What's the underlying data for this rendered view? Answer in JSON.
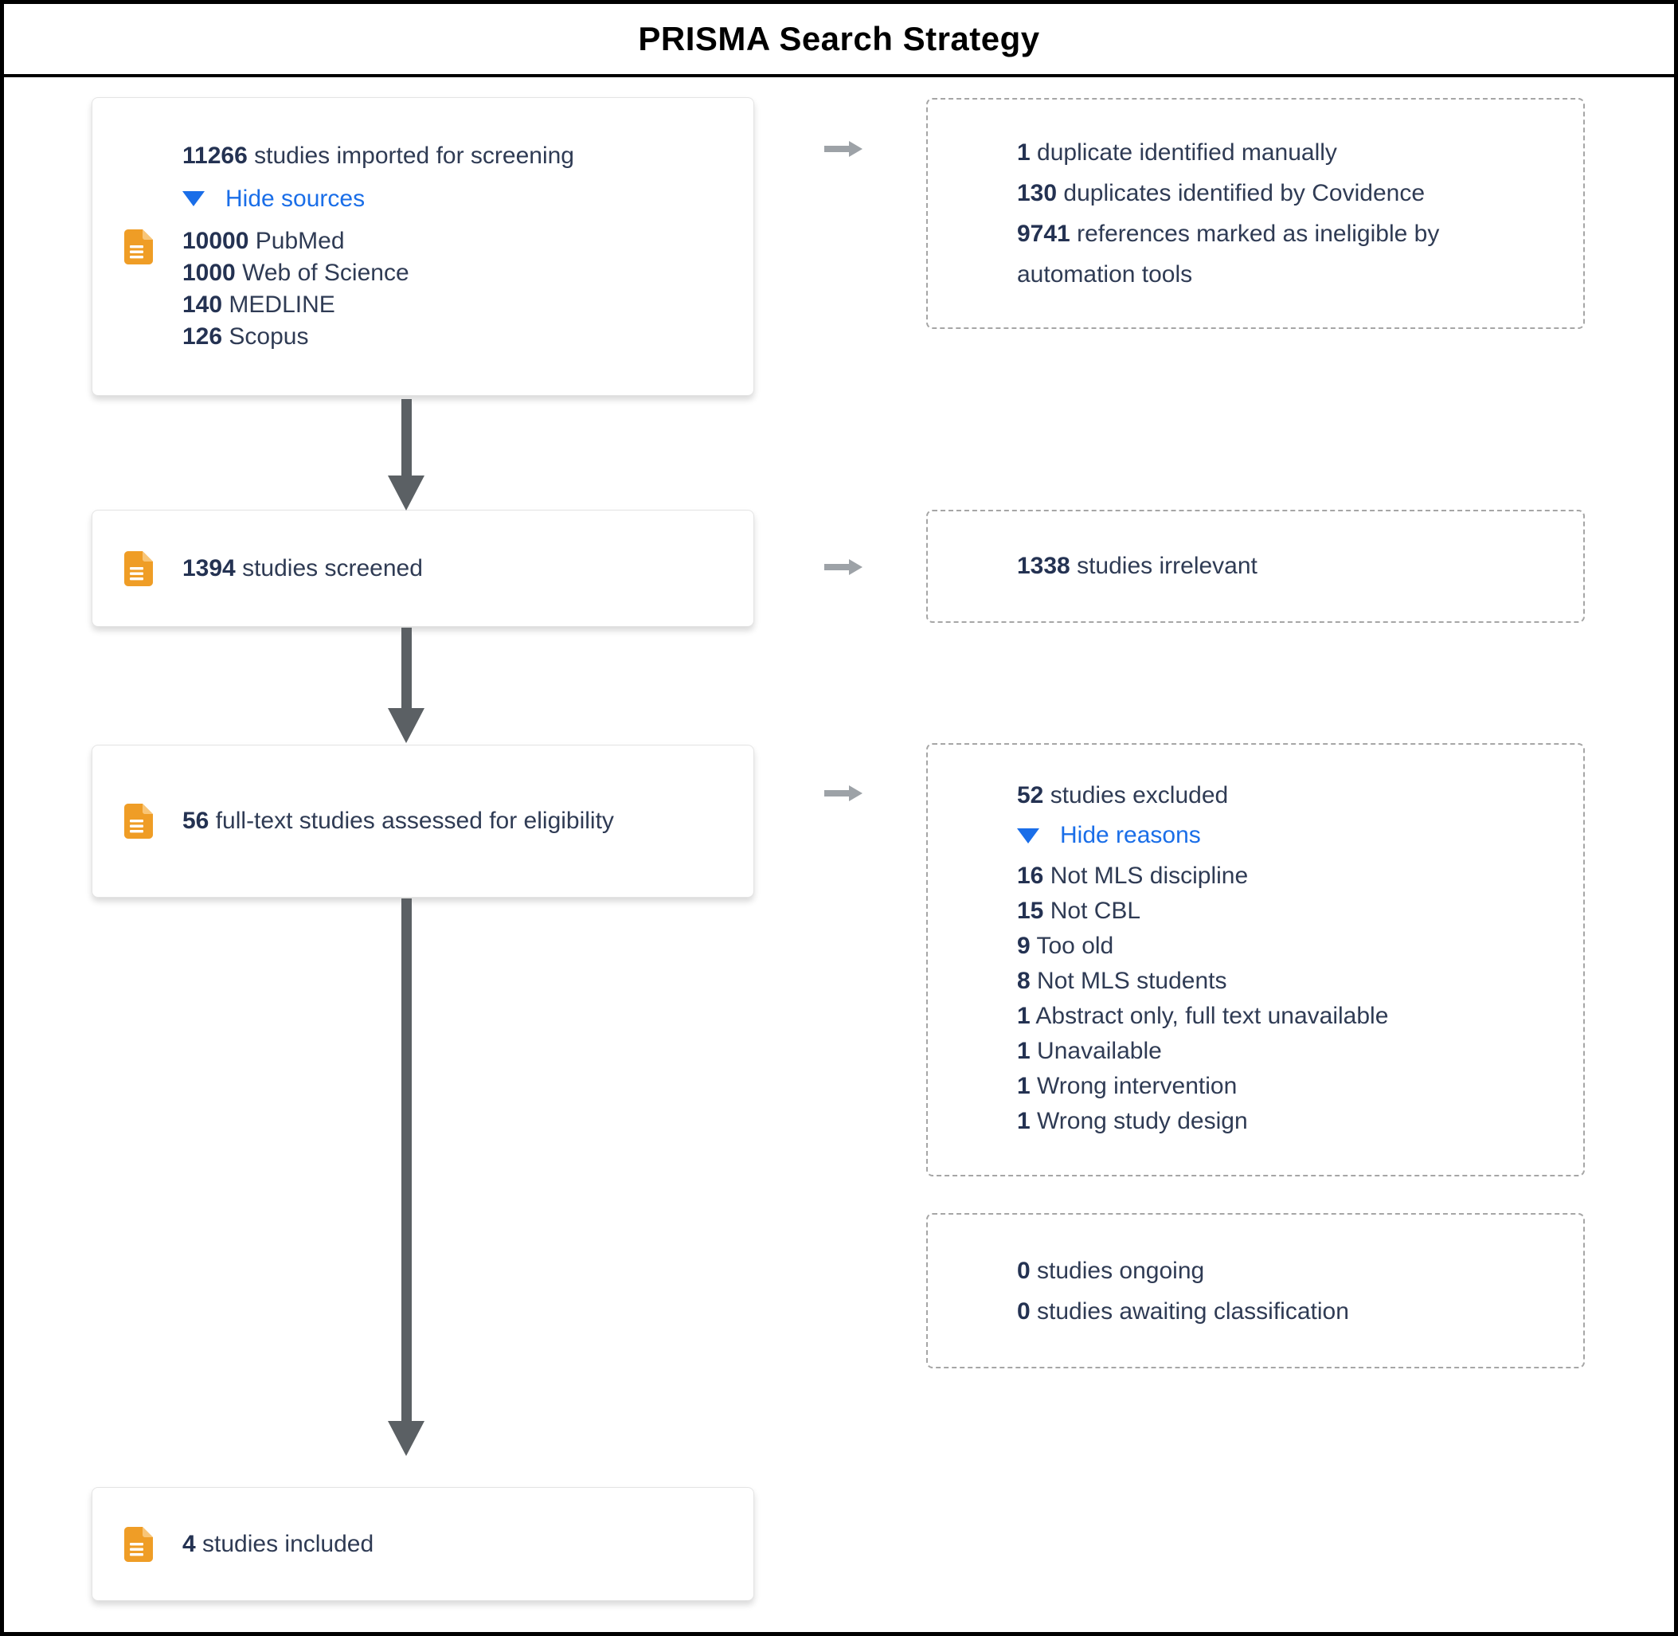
{
  "title": "PRISMA Search Strategy",
  "colors": {
    "link_blue": "#1A6EE8",
    "icon_orange": "#EF9D26",
    "text_dark": "#2F3B54",
    "flow_arrow_dark": "#5B6064",
    "side_arrow_light": "#9DA2A7"
  },
  "icons": {
    "box_icon": "document-icon",
    "toggle_icon": "triangle-down-icon",
    "flow_arrow": "arrow-down",
    "side_arrow": "arrow-right"
  },
  "flow": {
    "imported": {
      "count": "11266",
      "label": "studies imported for screening",
      "toggle": "Hide sources",
      "sources": [
        {
          "count": "10000",
          "name": "PubMed"
        },
        {
          "count": "1000",
          "name": "Web of Science"
        },
        {
          "count": "140",
          "name": "MEDLINE"
        },
        {
          "count": "126",
          "name": "Scopus"
        }
      ]
    },
    "screened": {
      "count": "1394",
      "label": "studies screened"
    },
    "fulltext": {
      "count": "56",
      "label": "full-text studies assessed for eligibility"
    },
    "included": {
      "count": "4",
      "label": "studies included"
    }
  },
  "side": {
    "dedup": {
      "lines": [
        {
          "count": "1",
          "text": "duplicate identified manually"
        },
        {
          "count": "130",
          "text": "duplicates identified by Covidence"
        },
        {
          "count": "9741",
          "text": "references marked as ineligible by automation tools"
        }
      ]
    },
    "irrelevant": {
      "lines": [
        {
          "count": "1338",
          "text": "studies irrelevant"
        }
      ]
    },
    "excluded": {
      "count": "52",
      "label": "studies excluded",
      "toggle": "Hide reasons",
      "reasons": [
        {
          "count": "16",
          "text": "Not MLS discipline"
        },
        {
          "count": "15",
          "text": "Not CBL"
        },
        {
          "count": "9",
          "text": "Too old"
        },
        {
          "count": "8",
          "text": "Not MLS students"
        },
        {
          "count": "1",
          "text": "Abstract only, full text unavailable"
        },
        {
          "count": "1",
          "text": "Unavailable"
        },
        {
          "count": "1",
          "text": "Wrong intervention"
        },
        {
          "count": "1",
          "text": "Wrong study design"
        }
      ]
    },
    "status": {
      "lines": [
        {
          "count": "0",
          "text": "studies ongoing"
        },
        {
          "count": "0",
          "text": "studies awaiting classification"
        }
      ]
    }
  }
}
